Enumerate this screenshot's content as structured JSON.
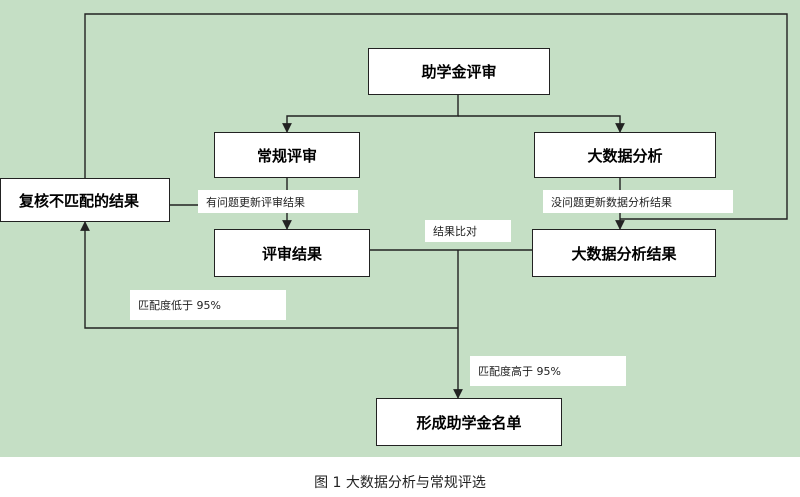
{
  "diagram": {
    "nodes": {
      "aid_review": "助学金评审",
      "regular_review": "常规评审",
      "big_data_analysis": "大数据分析",
      "recheck_mismatch": "复核不匹配的结果",
      "review_result": "评审结果",
      "big_data_result": "大数据分析结果",
      "final_list": "形成助学金名单"
    },
    "edge_labels": {
      "problem_update_review": "有问题更新评审结果",
      "no_problem_update_data": "没问题更新数据分析结果",
      "compare_results": "结果比对",
      "match_below": "匹配度低于 95%",
      "match_above": "匹配度高于 95%"
    }
  },
  "caption": "图 1   大数据分析与常规评选",
  "colors": {
    "background": "#c5dfc5",
    "line": "#222222",
    "box": "#ffffff"
  }
}
